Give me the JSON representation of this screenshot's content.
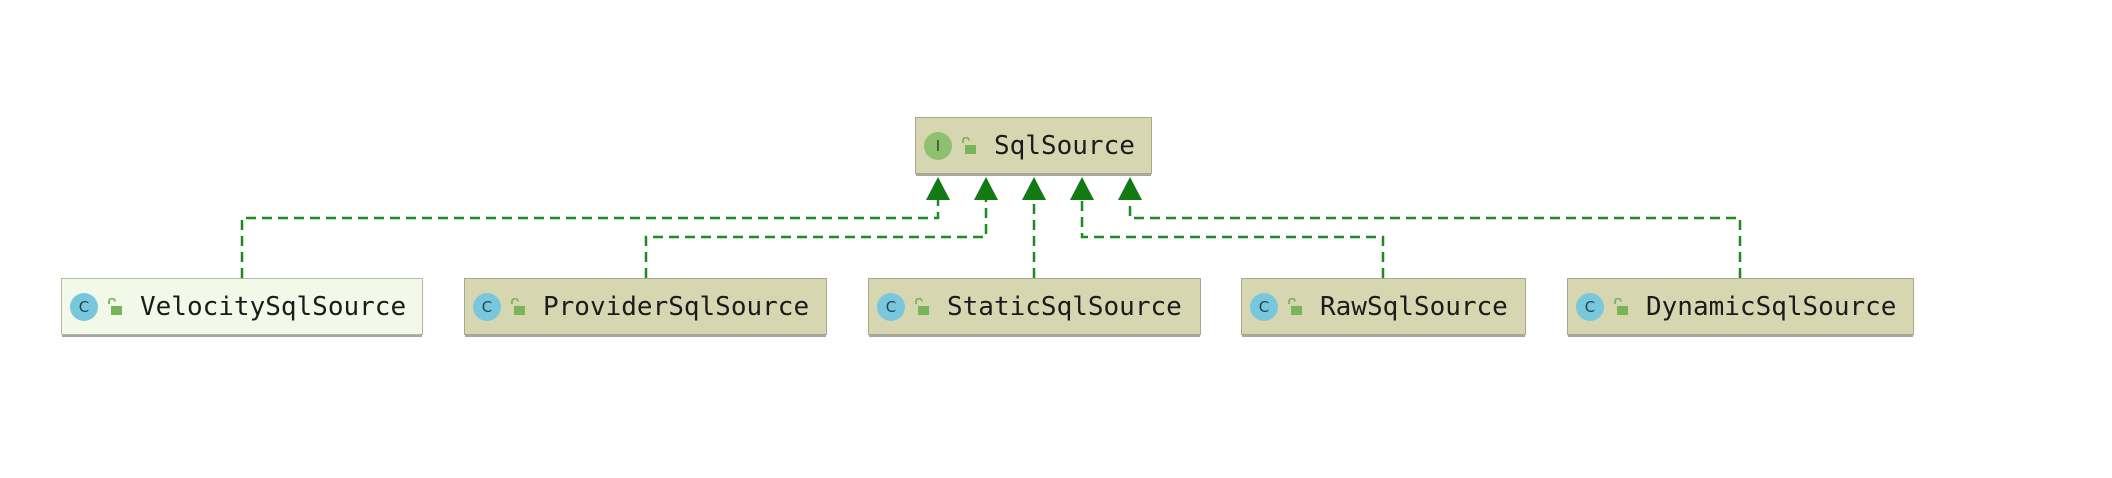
{
  "diagram": {
    "interface": {
      "name": "SqlSource",
      "kind_letter": "I",
      "kind_icon": "interface-icon",
      "access_icon": "public-lock-icon"
    },
    "implementations": [
      {
        "name": "VelocitySqlSource",
        "kind_letter": "C",
        "kind_icon": "class-icon",
        "access_icon": "public-lock-icon",
        "highlighted": true
      },
      {
        "name": "ProviderSqlSource",
        "kind_letter": "C",
        "kind_icon": "class-icon",
        "access_icon": "public-lock-icon",
        "highlighted": false
      },
      {
        "name": "StaticSqlSource",
        "kind_letter": "C",
        "kind_icon": "class-icon",
        "access_icon": "public-lock-icon",
        "highlighted": false
      },
      {
        "name": "RawSqlSource",
        "kind_letter": "C",
        "kind_icon": "class-icon",
        "access_icon": "public-lock-icon",
        "highlighted": false
      },
      {
        "name": "DynamicSqlSource",
        "kind_letter": "C",
        "kind_icon": "class-icon",
        "access_icon": "public-lock-icon",
        "highlighted": false
      }
    ],
    "relation": "implements",
    "colors": {
      "edge": "#1f8a1f",
      "arrowhead": "#137a13",
      "node_fill": "#d6d6b1",
      "node_highlight_fill": "#f3f9e9",
      "interface_badge": "#8fc06f",
      "class_badge": "#79c7dd"
    }
  }
}
